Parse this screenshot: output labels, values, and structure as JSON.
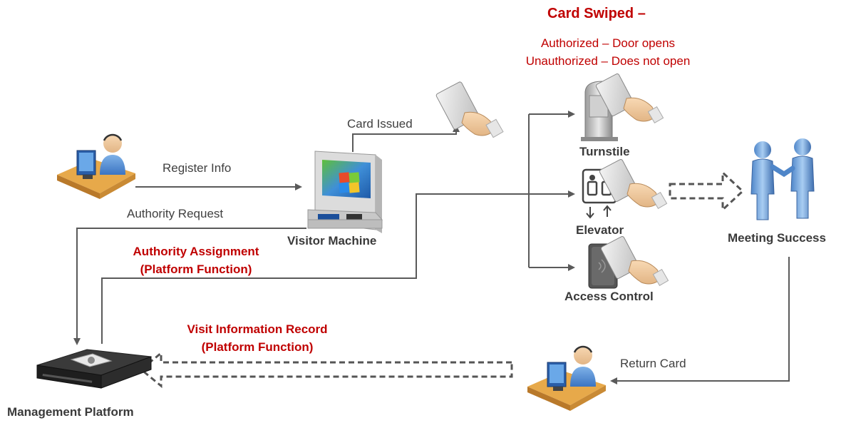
{
  "header": {
    "title": "Card Swiped –",
    "lines": [
      "Authorized – Door opens",
      "Unauthorized – Does not open"
    ]
  },
  "nodes": {
    "visitor_machine": "Visitor Machine",
    "turnstile": "Turnstile",
    "elevator": "Elevator",
    "access_control": "Access Control",
    "meeting_success": "Meeting Success",
    "management_platform": "Management Platform"
  },
  "edges": {
    "register_info": "Register Info",
    "card_issued": "Card Issued",
    "authority_request": "Authority Request",
    "authority_assignment": [
      "Authority Assignment",
      "(Platform Function)"
    ],
    "visit_record": [
      "Visit Information Record",
      "(Platform Function)"
    ],
    "return_card": "Return Card"
  },
  "colors": {
    "accent_red": "#c00000",
    "line_gray": "#5a5a5a"
  },
  "icons": [
    "receptionist-icon",
    "kiosk-icon",
    "card-hand-icon",
    "turnstile-icon",
    "elevator-icon",
    "card-reader-icon",
    "handshake-icon",
    "server-icon"
  ]
}
